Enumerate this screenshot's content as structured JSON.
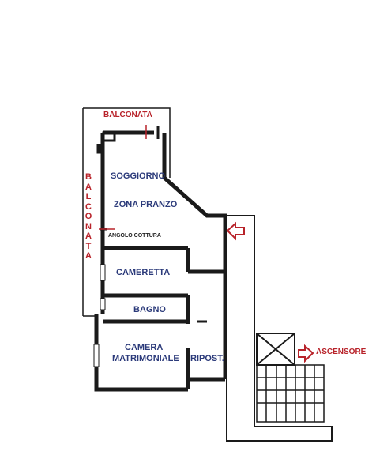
{
  "labels": {
    "balconata_top": "BALCONATA",
    "balconata_side": "BALCONATA",
    "soggiorno": "SOGGIORNO",
    "zona_pranzo": "ZONA PRANZO",
    "angolo_cottura": "ANGOLO COTTURA",
    "cameretta": "CAMERETTA",
    "bagno": "BAGNO",
    "camera_line1": "CAMERA",
    "camera_line2": "MATRIMONIALE",
    "ripostiglio": "RIPOST.",
    "ascensore": "ASCENSORE"
  },
  "colors": {
    "wall": "#1a1a1a",
    "room_text": "#2b3a7a",
    "accent_red": "#b8232a"
  },
  "icons": [
    "entrance-arrow-icon",
    "elevator-arrow-icon",
    "elevator-shaft-icon",
    "staircase-icon"
  ]
}
